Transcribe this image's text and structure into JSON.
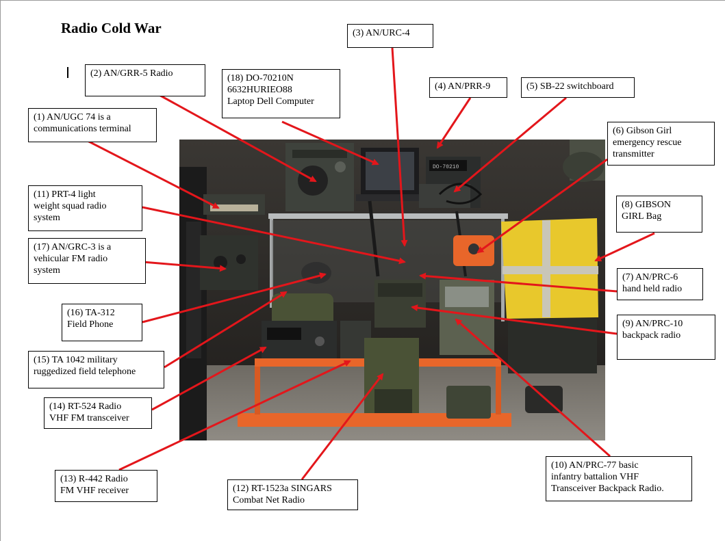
{
  "document": {
    "title": "Radio Cold War"
  },
  "photo": {
    "colors": {
      "background": "#2e2b27",
      "orange_stand": "#e8662a",
      "yellow_bag": "#e8c82c",
      "olive_drab": "#4a5236",
      "steel": "#9ea3a6",
      "dark_chassis": "#2b2d2c"
    }
  },
  "arrow_color": "#e3161b",
  "labels": {
    "l1": "(1) AN/UGC 74 is a\ncommunications terminal",
    "l2": "(2) AN/GRR-5 Radio",
    "l3": "(3)  AN/URC-4",
    "l4": "(4) AN/PRR-9",
    "l5": "(5) SB-22 switchboard",
    "l6": "(6) Gibson Girl\nemergency rescue\ntransmitter",
    "l7": "(7) AN/PRC-6\nhand held radio",
    "l8": "(8) GIBSON\nGIRL Bag",
    "l9": "(9) AN/PRC-10\nbackpack radio",
    "l10": "(10) AN/PRC-77 basic\ninfantry battalion VHF\nTransceiver  Backpack Radio.",
    "l11": "(11) PRT-4 light\nweight squad radio\nsystem",
    "l12": "(12) RT-1523a SINGARS\nCombat Net Radio",
    "l13": "(13) R-442 Radio\nFM VHF receiver",
    "l14": "(14) RT-524 Radio\nVHF FM transceiver",
    "l15": "(15) TA 1042 military\nruggedized field telephone",
    "l16": "(16) TA-312\nField Phone",
    "l17": "(17) AN/GRC-3 is a\nvehicular FM radio\nsystem",
    "l18": "(18) DO-70210N\n6632HURIEO88\nLaptop Dell Computer"
  }
}
